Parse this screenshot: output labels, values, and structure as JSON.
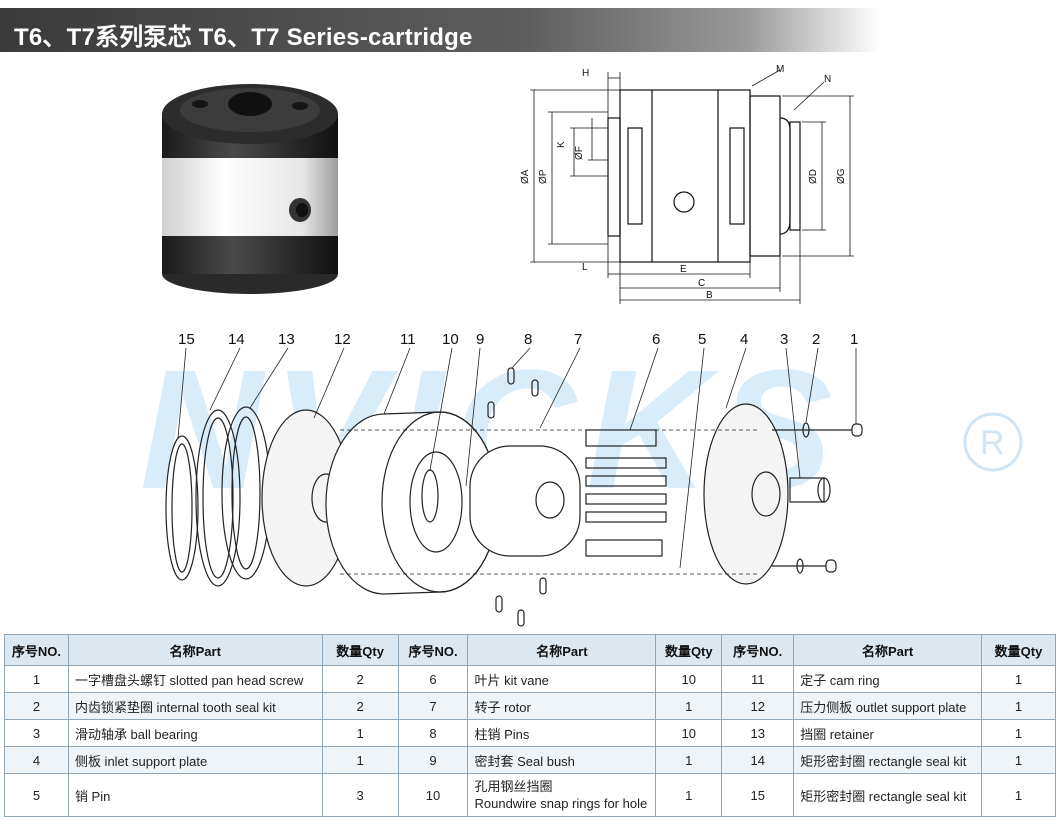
{
  "header": {
    "title": "T6、T7系列泵芯 T6、T7 Series-cartridge"
  },
  "drawing": {
    "labels": {
      "H": "H",
      "M": "M",
      "N": "N",
      "K": "K",
      "F": "ØF",
      "A": "ØA",
      "P": "ØP",
      "D": "ØD",
      "G": "ØG",
      "L": "L",
      "E": "E",
      "C": "C",
      "B": "B"
    }
  },
  "exploded": {
    "watermark": "NVICKS",
    "registered_mark": "R",
    "callouts": [
      "15",
      "14",
      "13",
      "12",
      "11",
      "10",
      "9",
      "8",
      "7",
      "6",
      "5",
      "4",
      "3",
      "2",
      "1"
    ]
  },
  "table": {
    "headers": [
      "序号NO.",
      "名称Part",
      "数量Qty",
      "序号NO.",
      "名称Part",
      "数量Qty",
      "序号NO.",
      "名称Part",
      "数量Qty"
    ],
    "rows": [
      [
        {
          "no": "1",
          "name": "一字槽盘头螺钉 slotted pan head screw",
          "qty": "2"
        },
        {
          "no": "6",
          "name": "叶片 kit vane",
          "qty": "10"
        },
        {
          "no": "11",
          "name": "定子 cam ring",
          "qty": "1"
        }
      ],
      [
        {
          "no": "2",
          "name": "内齿锁紧垫圈 internal tooth seal kit",
          "qty": "2"
        },
        {
          "no": "7",
          "name": "转子 rotor",
          "qty": "1"
        },
        {
          "no": "12",
          "name": "压力侧板 outlet support plate",
          "qty": "1"
        }
      ],
      [
        {
          "no": "3",
          "name": "滑动轴承 ball bearing",
          "qty": "1"
        },
        {
          "no": "8",
          "name": "柱销 Pins",
          "qty": "10"
        },
        {
          "no": "13",
          "name": "挡圈 retainer",
          "qty": "1"
        }
      ],
      [
        {
          "no": "4",
          "name": "侧板 inlet support plate",
          "qty": "1"
        },
        {
          "no": "9",
          "name": "密封套 Seal bush",
          "qty": "1"
        },
        {
          "no": "14",
          "name": "矩形密封圈 rectangle seal kit",
          "qty": "1"
        }
      ],
      [
        {
          "no": "5",
          "name": "销 Pin",
          "qty": "3"
        },
        {
          "no": "10",
          "name": "孔用钢丝挡圈",
          "name2": "Roundwire snap rings for hole",
          "qty": "1"
        },
        {
          "no": "15",
          "name": "矩形密封圈 rectangle seal kit",
          "qty": "1"
        }
      ]
    ]
  }
}
